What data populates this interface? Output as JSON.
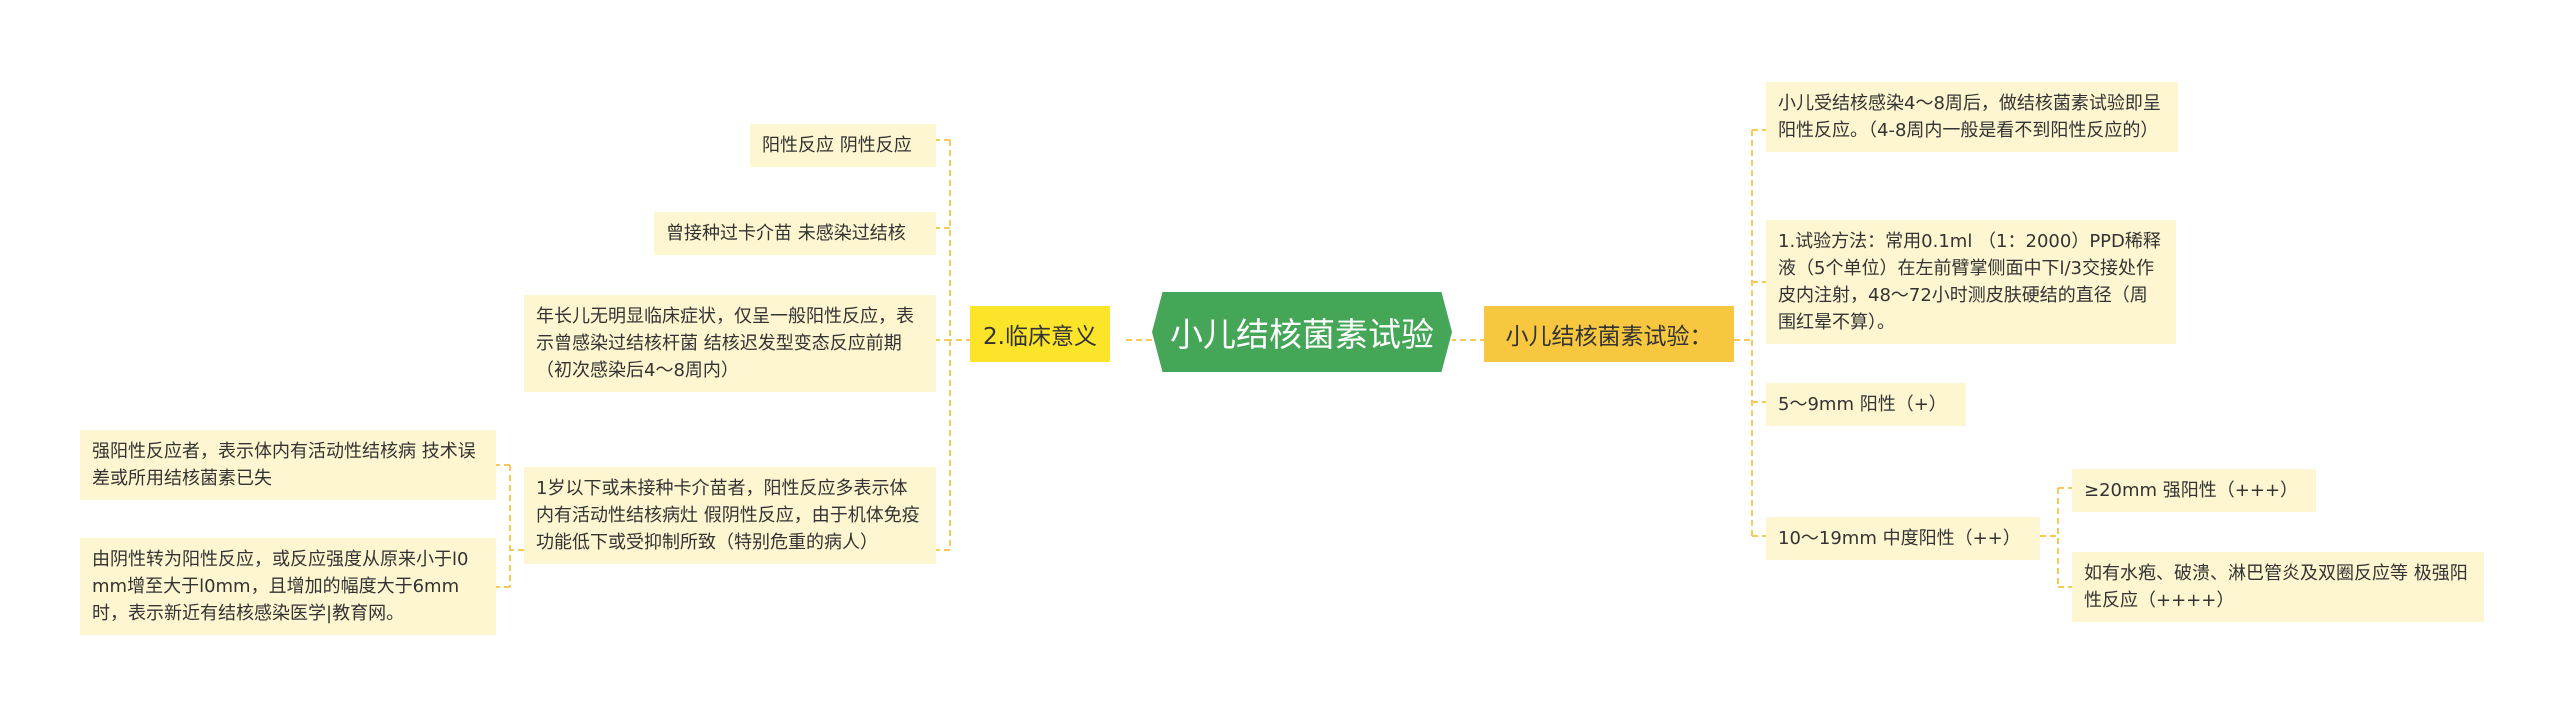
{
  "colors": {
    "root": "#45a657",
    "left_branch": "#fbe42a",
    "right_branch": "#f7c73f",
    "leaf": "#fdf6d0",
    "connector": "#f5c95a"
  },
  "root": {
    "title": "小儿结核菌素试验"
  },
  "left_branch": {
    "title": "2.临床意义",
    "items": [
      "阳性反应 阴性反应",
      "曾接种过卡介苗 未感染过结核",
      "年长儿无明显临床症状，仅呈一般阳性反应，表示曾感染过结核杆菌 结核迟发型变态反应前期（初次感染后4～8周内）",
      "1岁以下或未接种卡介苗者，阳性反应多表示体内有活动性结核病灶 假阴性反应，由于机体免疫功能低下或受抑制所致（特别危重的病人）"
    ],
    "sub_items": [
      "强阳性反应者，表示体内有活动性结核病 技术误差或所用结核菌素已失",
      "由阴性转为阳性反应，或反应强度从原来小于l0mm增至大于l0mm，且增加的幅度大于6mm时，表示新近有结核感染医学|教育网。"
    ]
  },
  "right_branch": {
    "title": "小儿结核菌素试验：",
    "items": [
      "小儿受结核感染4～8周后，做结核菌素试验即呈阳性反应。（4-8周内一般是看不到阳性反应的）",
      "1.试验方法：常用0.1ml （1：2000）PPD稀释液（5个单位）在左前臂掌侧面中下l/3交接处作皮内注射，48～72小时测皮肤硬结的直径（周围红晕不算）。",
      "5～9mm 阳性（+）",
      "10～19mm 中度阳性（++）"
    ],
    "sub_items": [
      "≥20mm 强阳性（+++）",
      "如有水疱、破溃、淋巴管炎及双圈反应等 极强阳性反应（++++）"
    ]
  }
}
